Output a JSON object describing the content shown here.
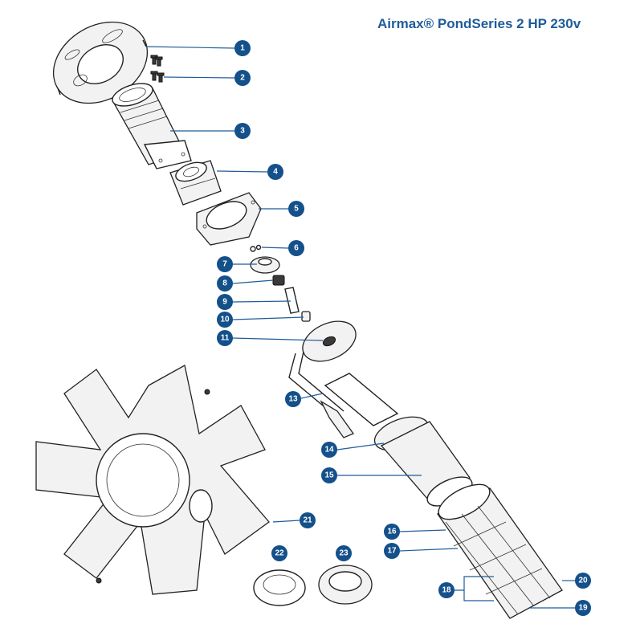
{
  "title": "Airmax® PondSeries 2 HP 230v",
  "callouts": [
    "1",
    "2",
    "3",
    "4",
    "5",
    "6",
    "7",
    "8",
    "9",
    "10",
    "11",
    "13",
    "14",
    "15",
    "16",
    "17",
    "18",
    "19",
    "20",
    "21",
    "22",
    "23"
  ],
  "accent_color": "#14508a"
}
